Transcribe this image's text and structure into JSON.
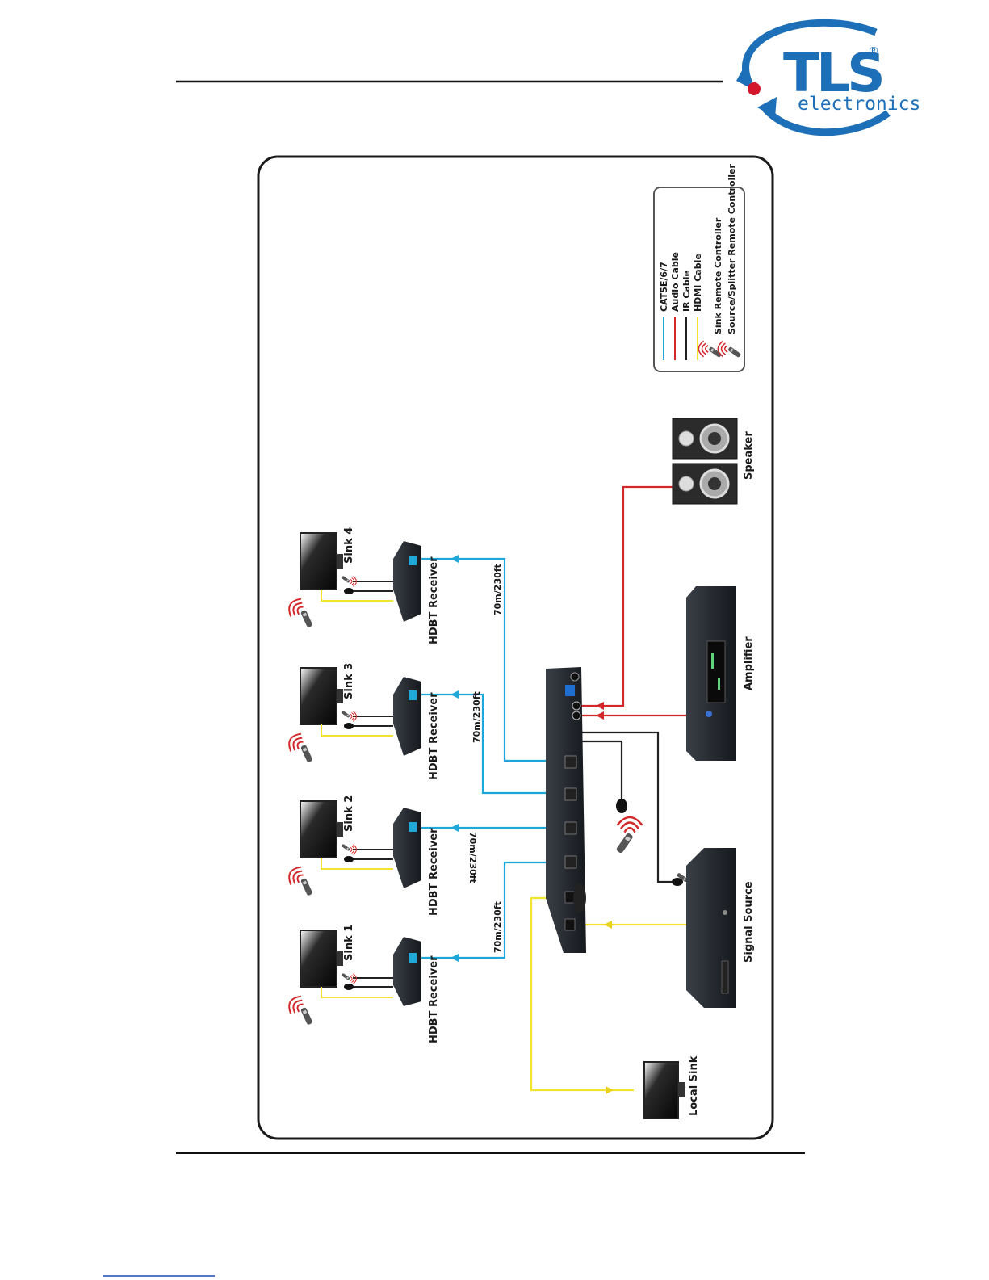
{
  "logo": {
    "brand": "TLS",
    "sub": "electronics",
    "registered": "®",
    "colors": {
      "blue": "#1d6fb8",
      "red": "#d3162b"
    }
  },
  "legend": {
    "items": [
      {
        "label": "CAT5E/6/7",
        "color": "#1fa7d8",
        "kind": "line"
      },
      {
        "label": "Audio Cable",
        "color": "#d3282a",
        "kind": "line"
      },
      {
        "label": "IR Cable",
        "color": "#222222",
        "kind": "line"
      },
      {
        "label": "HDMI Cable",
        "color": "#f2e232",
        "kind": "line"
      },
      {
        "label": "Sink Remote Controller",
        "kind": "remote",
        "icon": "remote-control-icon"
      },
      {
        "label": "Source/Splitter Remote Controller",
        "kind": "remote",
        "icon": "remote-control-icon"
      }
    ]
  },
  "sinks": [
    {
      "label": "Sink 1",
      "receiver": "HDBT Receiver",
      "distance": "70m/230ft"
    },
    {
      "label": "Sink 2",
      "receiver": "HDBT Receiver",
      "distance": "70m/230ft"
    },
    {
      "label": "Sink 3",
      "receiver": "HDBT Receiver",
      "distance": "70m/230ft"
    },
    {
      "label": "Sink 4",
      "receiver": "HDBT Receiver",
      "distance": "70m/230ft"
    }
  ],
  "devices": {
    "speaker": "Speaker",
    "amplifier": "Amplifier",
    "signal_source": "Signal Source",
    "local_sink": "Local Sink"
  }
}
